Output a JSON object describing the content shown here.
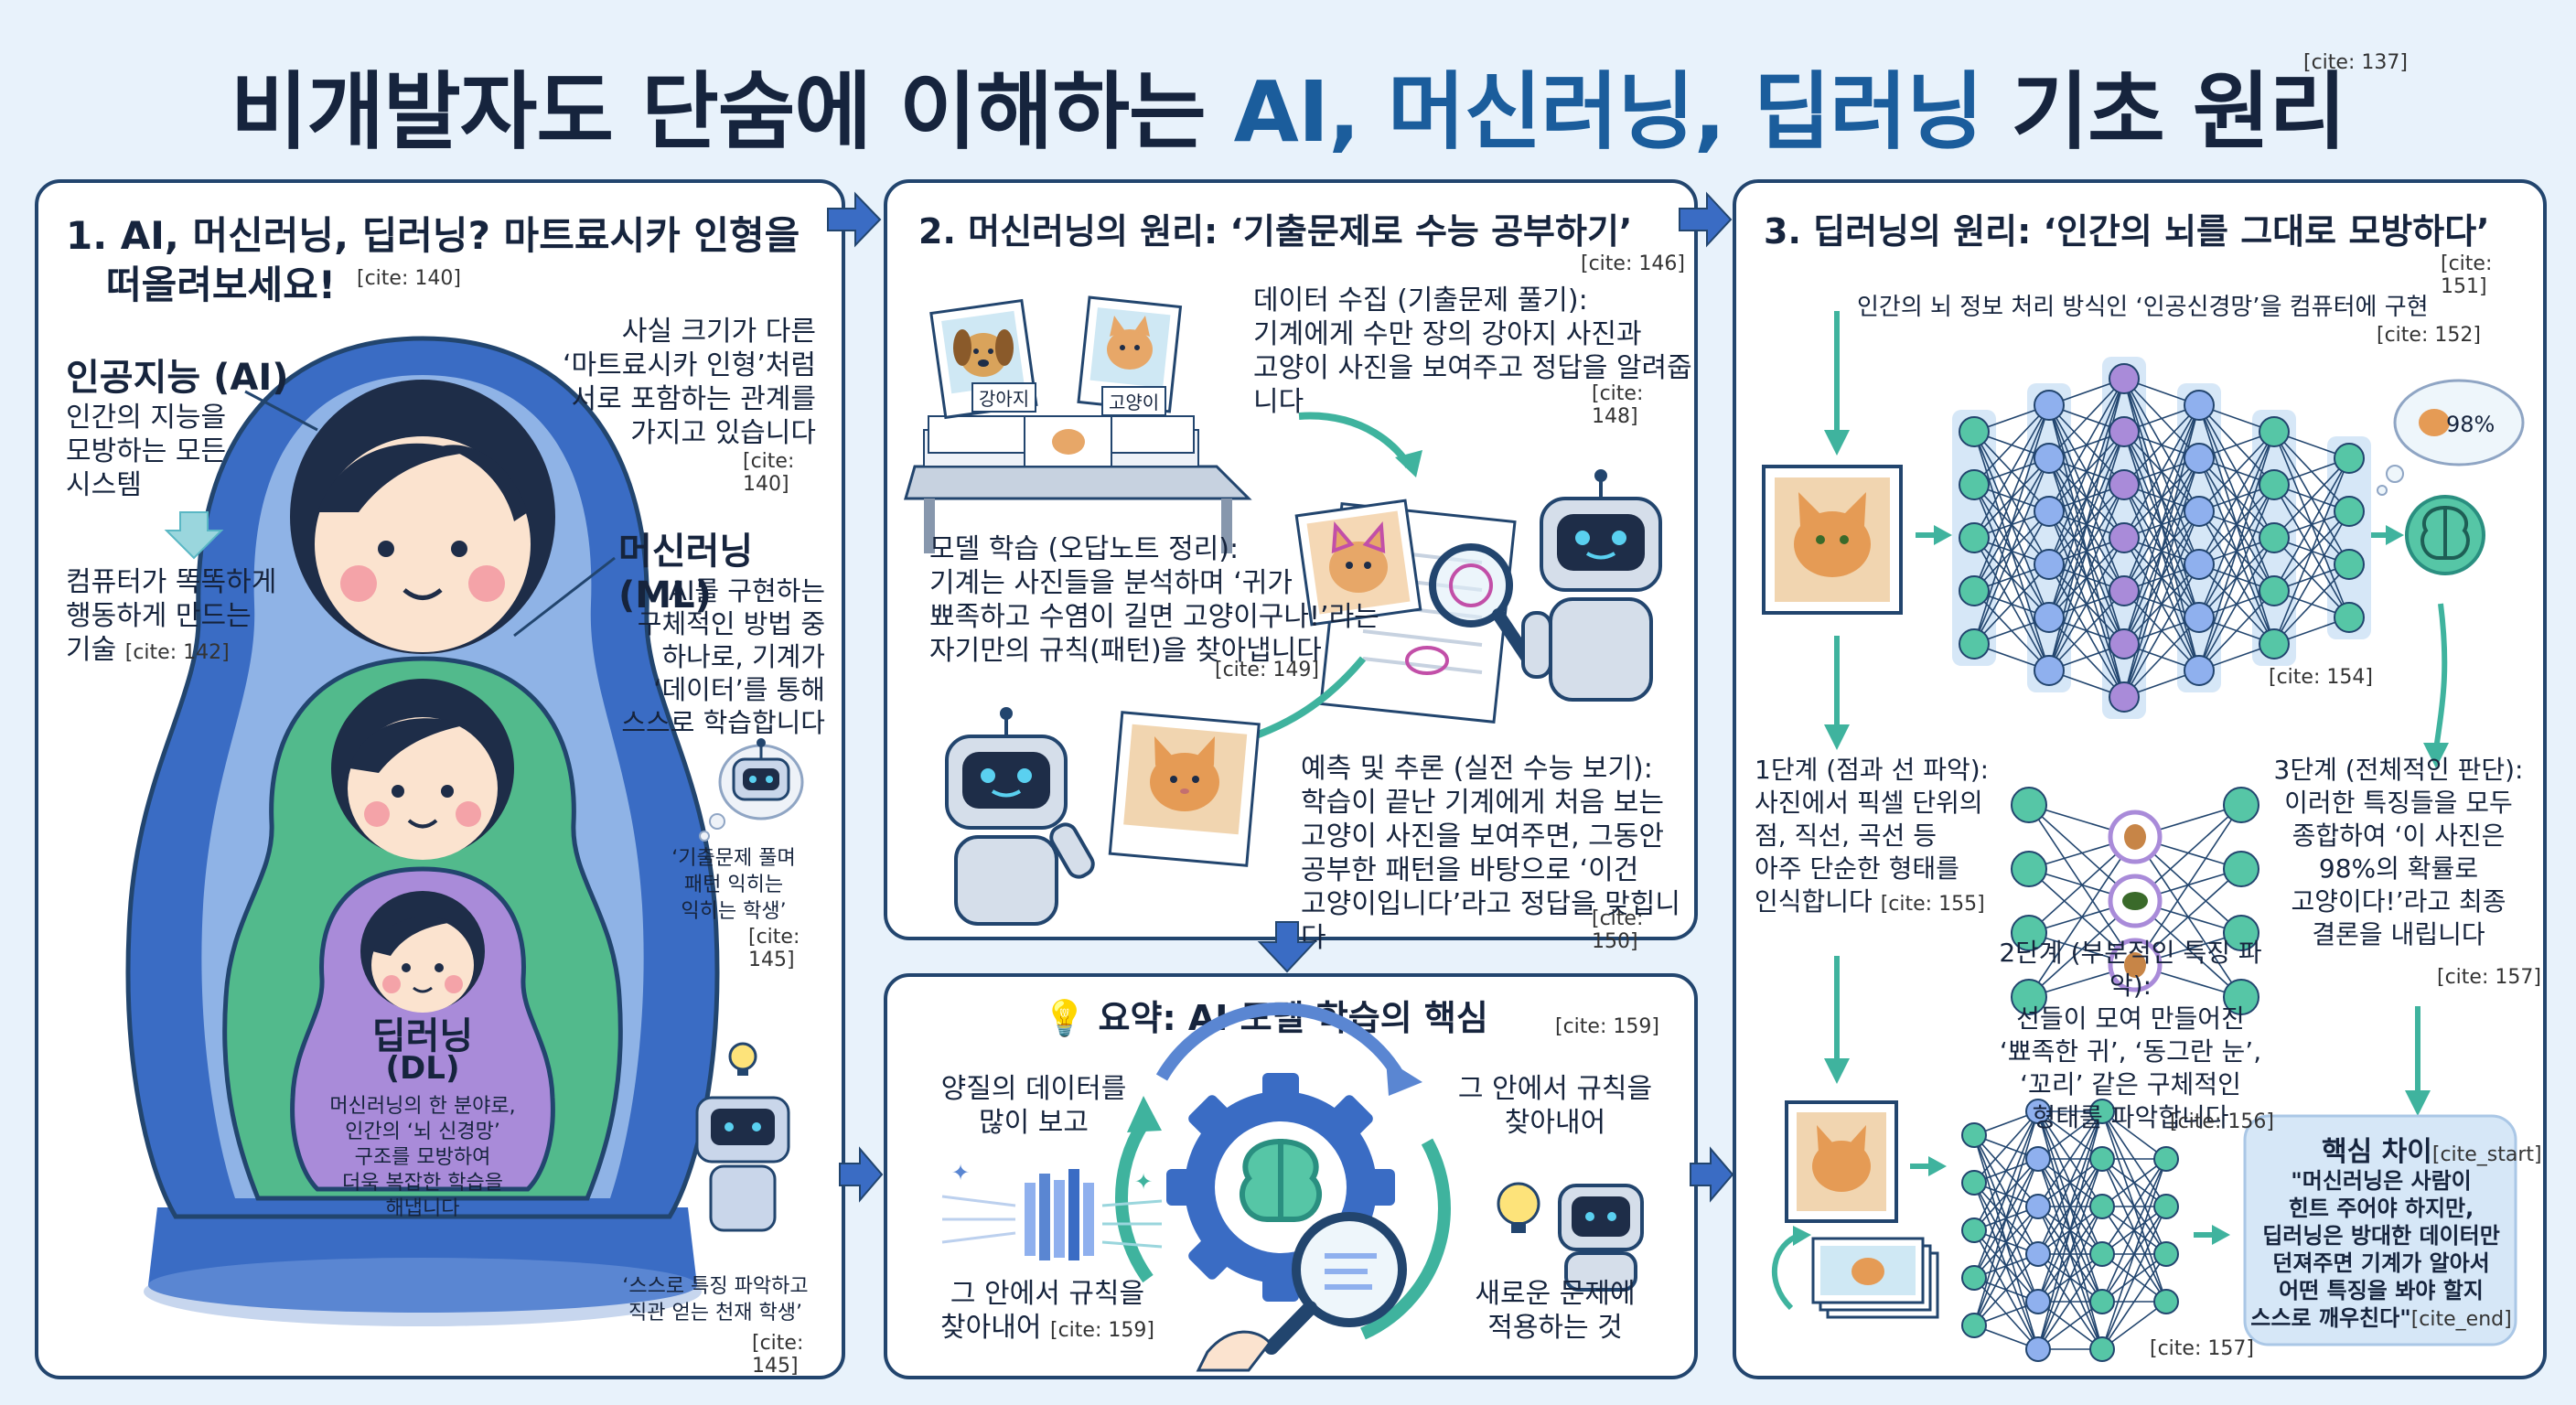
{
  "title": {
    "pre": "비개발자도 단숨에 이해하는 ",
    "hl": "AI, 머신러닝, 딥러닝",
    "post": " 기초 원리",
    "cite": "[cite: 137]"
  },
  "panel1": {
    "heading": "1. AI, 머신러닝, 딥러닝? 마트료시카 인형을",
    "heading2": "떠올려보세요!",
    "heading_cite": "[cite: 140]",
    "intro": [
      "사실 크기가 다른",
      "‘마트료시카 인형’처럼",
      "서로 포함하는 관계를",
      "가지고 있습니다"
    ],
    "intro_cite": "[cite: 140]",
    "ai_title": "인공지능 (AI)",
    "ai_desc": [
      "인간의 지능을",
      "모방하는 모든",
      "시스템"
    ],
    "ai_goal": [
      "컴퓨터가 똑똑하게",
      "행동하게 만드는"
    ],
    "ai_goal_last": "기술",
    "ai_goal_cite": "[cite: 142]",
    "ml_title": "머신러닝 (ML)",
    "ml_desc": [
      "AI를 구현하는",
      "구체적인 방법 중",
      "하나로, 기계가",
      "‘데이터’를 통해",
      "스스로 학습합니다"
    ],
    "ml_student": [
      "‘기출문제 풀며",
      "패턴 익히는",
      "익히는 학생’"
    ],
    "ml_student_cite": "[cite: 145]",
    "dl_title": "딥러닝",
    "dl_sub": "(DL)",
    "dl_desc": [
      "머신러닝의 한 분야로,",
      "인간의 ‘뇌 신경망’",
      "구조를 모방하여",
      "더욱 복잡한 학습을",
      "해냅니다"
    ],
    "dl_student": [
      "‘스스로 특징 파악하고",
      "직관 얻는 천재 학생’"
    ],
    "dl_student_cite": "[cite: 145]"
  },
  "panel2": {
    "heading": "2. 머신러닝의 원리: ‘기출문제로 수능 공부하기’",
    "heading_cite": "[cite: 146]",
    "collect_title": "데이터 수집 (기출문제 풀기):",
    "collect_desc": [
      "기계에게 수만 장의 강아지 사진과",
      "고양이 사진을 보여주고 정답을 알려줍니다"
    ],
    "collect_cite": "[cite: 148]",
    "label_dog": "강아지",
    "label_cat": "고양이",
    "learn_title": "모델 학습 (오답노트 정리):",
    "learn_desc": [
      "기계는 사진들을 분석하며 ‘귀가",
      "뾰족하고 수염이 길면 고양이구나!’라는",
      "자기만의 규칙(패턴)을 찾아냅니다"
    ],
    "learn_cite": "[cite: 149]",
    "predict_title": "예측 및 추론 (실전 수능 보기):",
    "predict_desc": [
      "학습이 끝난 기계에게 처음 보는",
      "고양이 사진을 보여주면, 그동안",
      "공부한 패턴을 바탕으로 ‘이건",
      "고양이입니다’라고 정답을 맞힙니다"
    ],
    "predict_cite": "[cite: 150]"
  },
  "summary": {
    "heading": "요약: AI 모델 학습의 핵심",
    "heading_cite": "[cite: 159]",
    "step1": [
      "양질의 데이터를",
      "많이 보고"
    ],
    "step2": [
      "그 안에서 규칙을",
      "찾아내어"
    ],
    "step2_cite": "[cite: 159]",
    "step3": [
      "그 안에서 규칙을",
      "찾아내어"
    ],
    "step4": [
      "새로운 문제에",
      "적용하는 것"
    ]
  },
  "panel3": {
    "heading": "3. 딥러닝의 원리: ‘인간의 뇌를 그대로 모방하다’",
    "heading_cite": "[cite: 151]",
    "intro": "인간의 뇌 정보 처리 방식인 ‘인공신경망’을 컴퓨터에 구현",
    "intro_cite": "[cite: 152]",
    "net_cite": "[cite: 154]",
    "prob": "98%",
    "step1": [
      "1단계 (점과 선 파악):",
      "사진에서 픽셀 단위의",
      "점, 직선, 곡선 등",
      "아주 단순한 형태를"
    ],
    "step1_last": "인식합니다",
    "step1_cite": "[cite: 155]",
    "step2": [
      "2단계 (부분적인 특징 파악):",
      "선들이 모여 만들어진",
      "‘뾰족한 귀’, ‘동그란 눈’,",
      "‘꼬리’ 같은 구체적인",
      "형태를 파악합니다"
    ],
    "step2_cite": "[cite: 156]",
    "step3": [
      "3단계 (전체적인 판단):",
      "이러한 특징들을 모두",
      "종합하여 ‘이 사진은",
      "98%의 확률로",
      "고양이다!’라고 최종",
      "결론을 내립니다"
    ],
    "step3_cite": "[cite: 157]",
    "diff_title": "핵심 차이",
    "diff_cite_start": "[cite_start]",
    "diff_desc": [
      "\"머신러닝은 사람이",
      "힌트 주어야 하지만,",
      "딥러닝은 방대한 데이터만",
      "던져주면 기계가 알아서",
      "어떤 특징을 봐야 할지"
    ],
    "diff_last": "스스로 깨우친다\"",
    "diff_cite_end": "[cite_end]",
    "bottom_cite": "[cite: 157]"
  },
  "colors": {
    "navy": "#22456e",
    "blue_doll": "#3a6cc4",
    "green_doll": "#52ba8c",
    "purple_doll": "#a98bd9",
    "teal": "#3fb39e",
    "node_blue": "#8fb0ee",
    "node_purple": "#a98bd9",
    "node_teal": "#56c6a6"
  }
}
